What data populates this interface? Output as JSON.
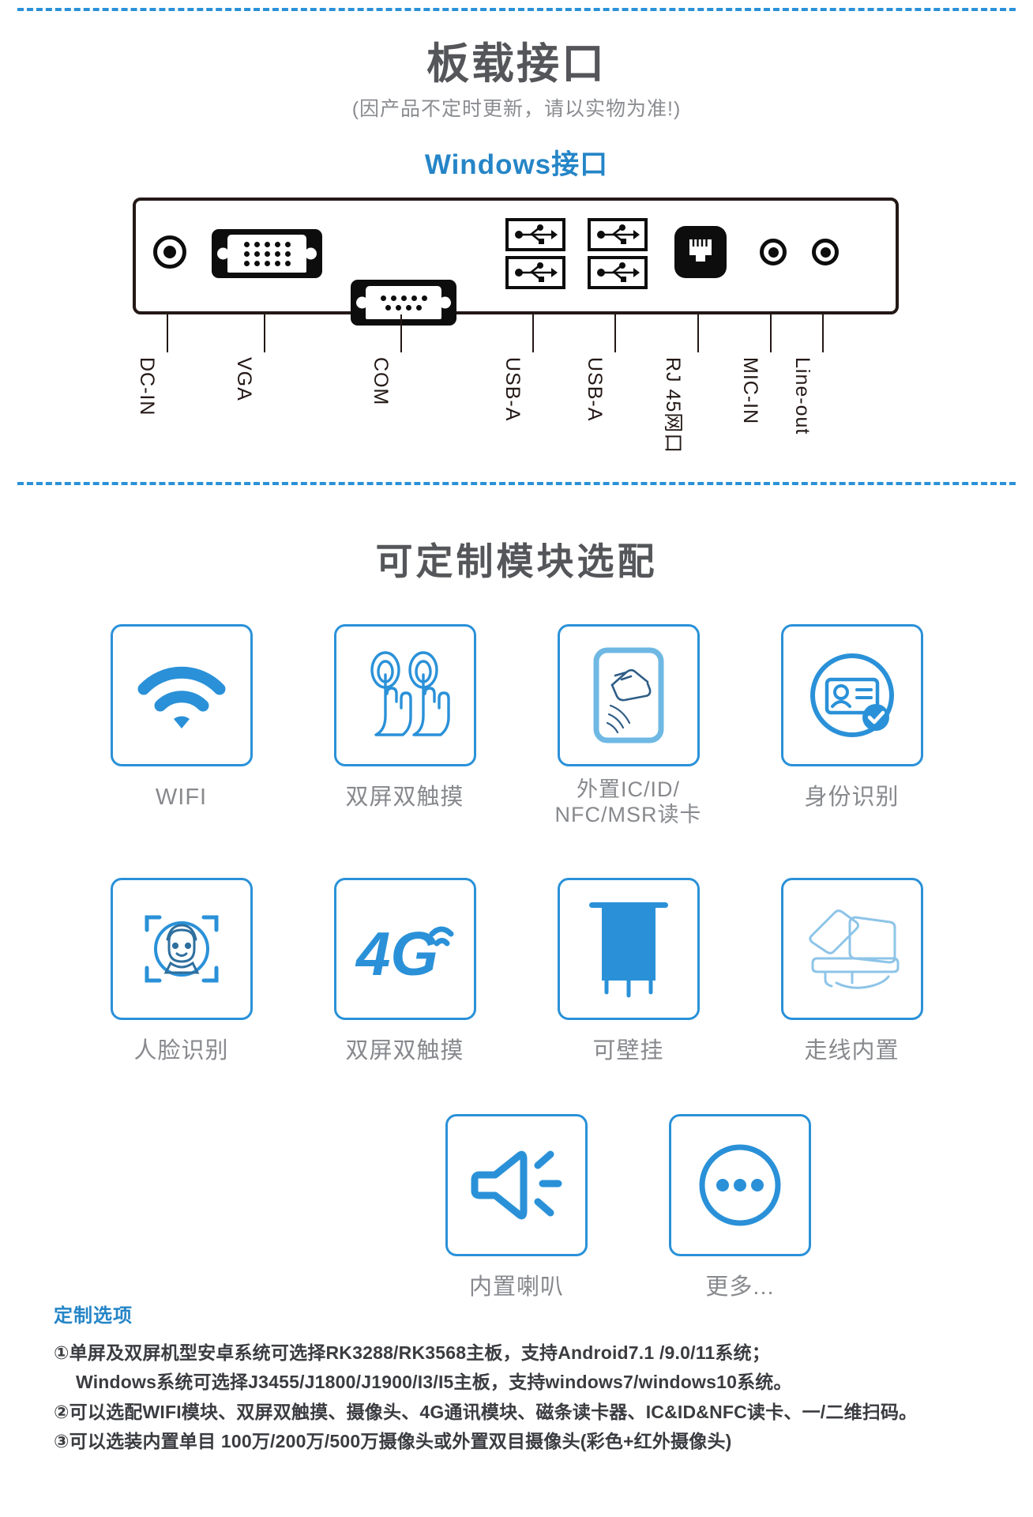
{
  "header": {
    "title": "板载接口",
    "disclaimer": "(因产品不定时更新，请以实物为准!)",
    "windows_label": "Windows接口"
  },
  "colors": {
    "accent_blue": "#2a91d8",
    "title_blue": "#2585c7",
    "title_gray": "#55565a",
    "label_gray": "#87898d",
    "panel_black": "#231815"
  },
  "ports": [
    {
      "label": "DC-IN",
      "icon": "dc-jack-icon"
    },
    {
      "label": "VGA",
      "icon": "vga-port-icon"
    },
    {
      "label": "COM",
      "icon": "com-port-icon"
    },
    {
      "label": "USB-A",
      "icon": "usb-a-port-icon"
    },
    {
      "label": "USB-A",
      "icon": "usb-a-port-icon"
    },
    {
      "label": "RJ 45网口",
      "icon": "rj45-port-icon"
    },
    {
      "label": "MIC-IN",
      "icon": "audio-jack-icon"
    },
    {
      "label": "Line-out",
      "icon": "audio-jack-icon"
    }
  ],
  "modules": {
    "section_title": "可定制模块选配",
    "items": [
      {
        "label": "WIFI",
        "icon": "wifi-icon"
      },
      {
        "label": "双屏双触摸",
        "icon": "dual-touch-icon"
      },
      {
        "label": "外置IC/ID/\nNFC/MSR读卡",
        "icon": "card-reader-icon"
      },
      {
        "label": "身份识别",
        "icon": "id-card-icon"
      },
      {
        "label": "人脸识别",
        "icon": "face-recognition-icon"
      },
      {
        "label": "双屏双触摸",
        "icon": "4g-icon"
      },
      {
        "label": "可壁挂",
        "icon": "wall-mount-icon"
      },
      {
        "label": "走线内置",
        "icon": "cable-routing-icon"
      },
      {
        "label": "内置喇叭",
        "icon": "speaker-icon"
      },
      {
        "label": "更多...",
        "icon": "more-icon"
      }
    ]
  },
  "footer": {
    "title": "定制选项",
    "lines": [
      "①单屏及双屏机型安卓系统可选择RK3288/RK3568主板，支持Android7.1 /9.0/11系统；",
      "Windows系统可选择J3455/J1800/J1900/I3/I5主板，支持windows7/windows10系统。",
      "②可以选配WIFI模块、双屏双触摸、摄像头、4G通讯模块、磁条读卡器、IC&ID&NFC读卡、一/二维扫码。",
      "③可以选装内置单目 100万/200万/500万摄像头或外置双目摄像头(彩色+红外摄像头)"
    ]
  }
}
